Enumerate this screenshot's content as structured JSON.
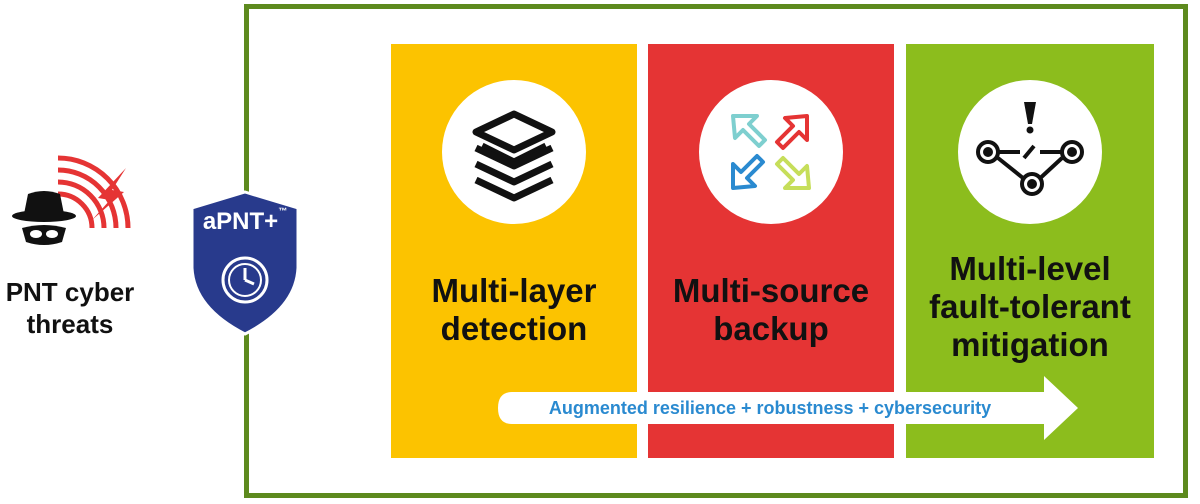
{
  "threat": {
    "label_line1": "PNT cyber",
    "label_line2": "threats",
    "icon": "hacker-signal-icon"
  },
  "shield": {
    "text": "aPNT+",
    "trademark": "™",
    "icon": "clock-icon"
  },
  "columns": [
    {
      "title_line1": "Multi-layer",
      "title_line2": "detection",
      "title_line3": "",
      "icon": "layers-icon",
      "color": "#fcc300"
    },
    {
      "title_line1": "Multi-source",
      "title_line2": "backup",
      "title_line3": "",
      "icon": "converging-arrows-icon",
      "color": "#e53434"
    },
    {
      "title_line1": "Multi-level",
      "title_line2": "fault-tolerant",
      "title_line3": "mitigation",
      "icon": "network-warning-icon",
      "color": "#8cbd1d"
    }
  ],
  "arrow": {
    "text": "Augmented resilience + robustness + cybersecurity"
  },
  "colors": {
    "frame": "#5d8a1e",
    "shield": "#283a8c",
    "arrow_text": "#2a8ad0"
  }
}
